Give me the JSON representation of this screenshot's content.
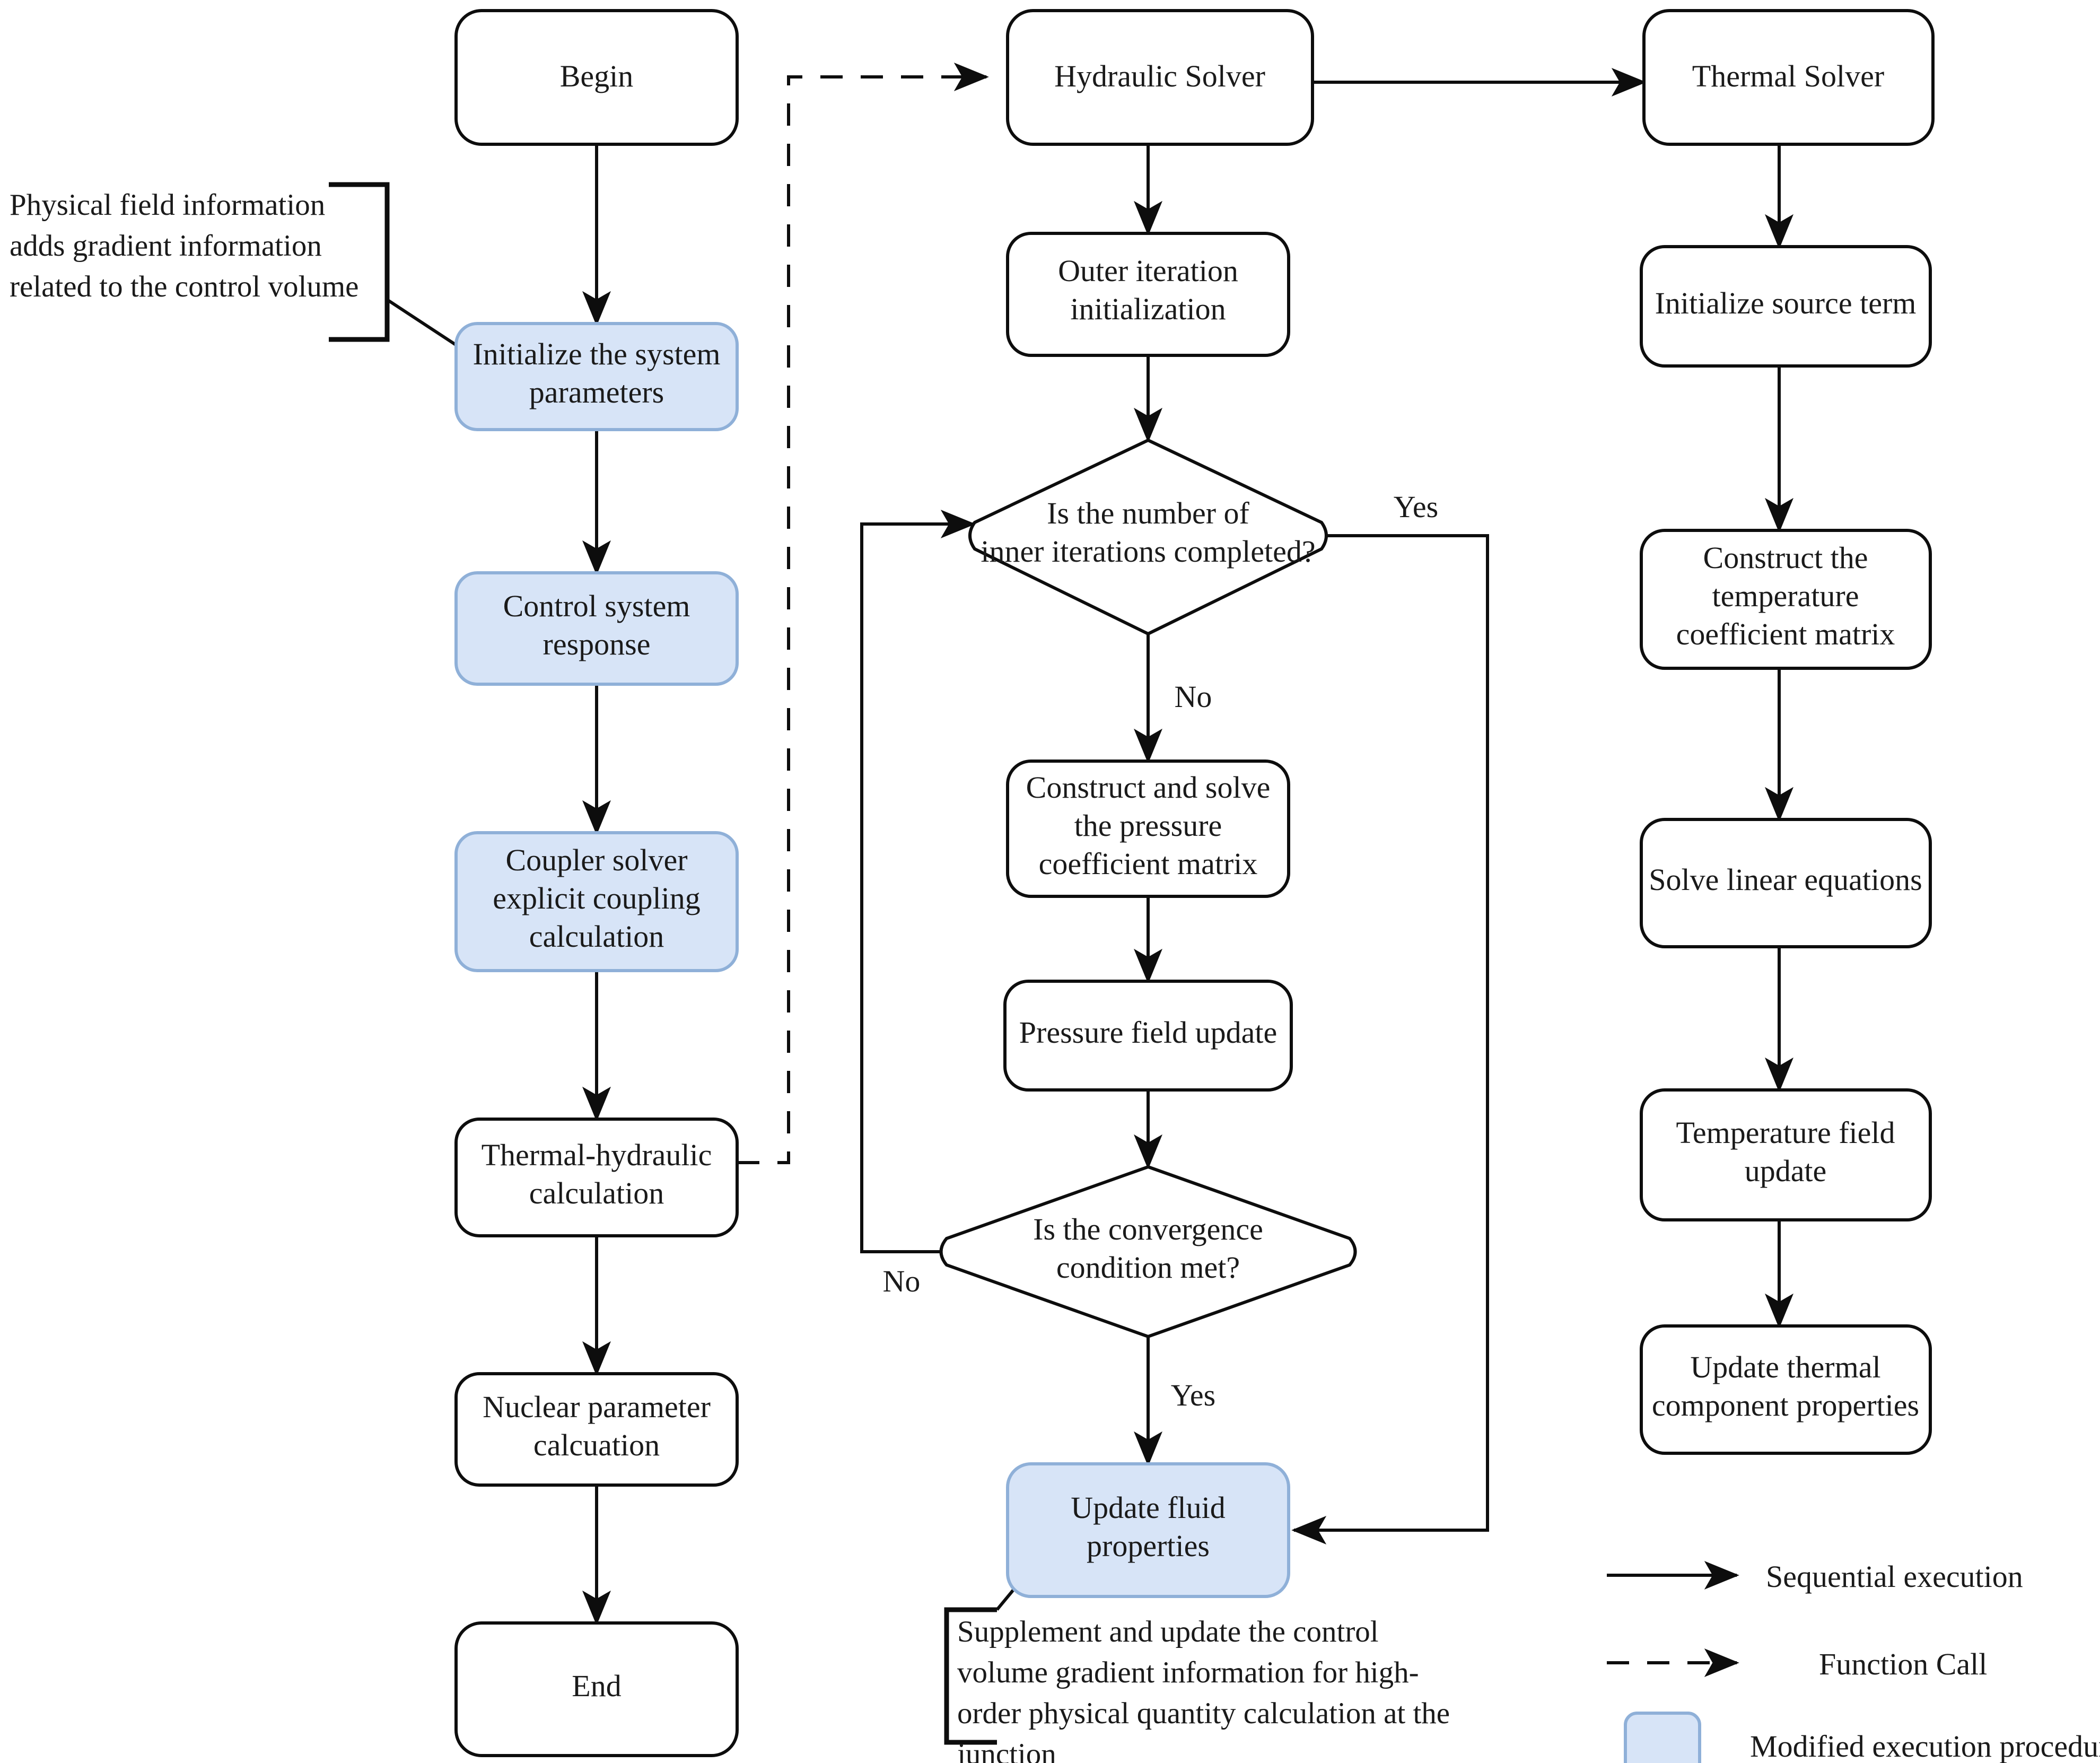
{
  "diagram": {
    "title": "Coupled thermal-hydraulic solver execution flowchart",
    "accent_modified_fill": "#d7e4f7",
    "accent_modified_stroke": "#8fb0d8",
    "line_color": "#0d0d0d"
  },
  "left_column": {
    "nodes": [
      {
        "id": "begin",
        "label": "Begin",
        "modified": false
      },
      {
        "id": "init",
        "label": "Initialize the system\nparameters",
        "modified": true
      },
      {
        "id": "control",
        "label": "Control system\nresponse",
        "modified": true
      },
      {
        "id": "coupler",
        "label": "Coupler solver\nexplicit coupling\ncalculation",
        "modified": true
      },
      {
        "id": "th",
        "label": "Thermal-hydraulic\ncalculation",
        "modified": false
      },
      {
        "id": "nuclear",
        "label": "Nuclear parameter\ncalcuation",
        "modified": false
      },
      {
        "id": "end",
        "label": "End",
        "modified": false
      }
    ],
    "annotation": "Physical field information\nadds gradient information\nrelated to the control volume"
  },
  "middle_column": {
    "nodes": [
      {
        "id": "hydraulic",
        "label": "Hydraulic Solver",
        "modified": false,
        "shape": "box"
      },
      {
        "id": "outer",
        "label": "Outer iteration\ninitialization",
        "modified": false,
        "shape": "box"
      },
      {
        "id": "d_inner",
        "label": "Is the number of\ninner iterations completed?",
        "modified": false,
        "shape": "diamond"
      },
      {
        "id": "pmatrix",
        "label": "Construct and solve\nthe pressure\ncoefficient matrix",
        "modified": false,
        "shape": "box"
      },
      {
        "id": "pupdate",
        "label": "Pressure field update",
        "modified": false,
        "shape": "box"
      },
      {
        "id": "d_conv",
        "label": "Is the convergence\ncondition met?",
        "modified": false,
        "shape": "diamond"
      },
      {
        "id": "fluid",
        "label": "Update fluid\nproperties",
        "modified": true,
        "shape": "box"
      }
    ],
    "edge_labels": {
      "inner_yes": "Yes",
      "inner_no": "No",
      "conv_no": "No",
      "conv_yes": "Yes"
    },
    "annotation": "Supplement and update the control\nvolume gradient information for high-\norder physical quantity calculation at the\njunction"
  },
  "right_column": {
    "nodes": [
      {
        "id": "thermal",
        "label": "Thermal Solver",
        "modified": false
      },
      {
        "id": "src",
        "label": "Initialize source term",
        "modified": false
      },
      {
        "id": "tmatrix",
        "label": "Construct the\ntemperature\ncoefficient matrix",
        "modified": false
      },
      {
        "id": "linear",
        "label": "Solve linear equations",
        "modified": false
      },
      {
        "id": "tupdate",
        "label": "Temperature field\nupdate",
        "modified": false
      },
      {
        "id": "tprops",
        "label": "Update thermal\ncomponent properties",
        "modified": false
      }
    ]
  },
  "legend": {
    "items": [
      {
        "id": "sequential",
        "glyph": "solid-arrow-icon",
        "label": "Sequential execution"
      },
      {
        "id": "function",
        "glyph": "dashed-arrow-icon",
        "label": "Function Call"
      },
      {
        "id": "modified",
        "glyph": "blue-swatch-icon",
        "label": "Modified execution procedure"
      }
    ]
  }
}
